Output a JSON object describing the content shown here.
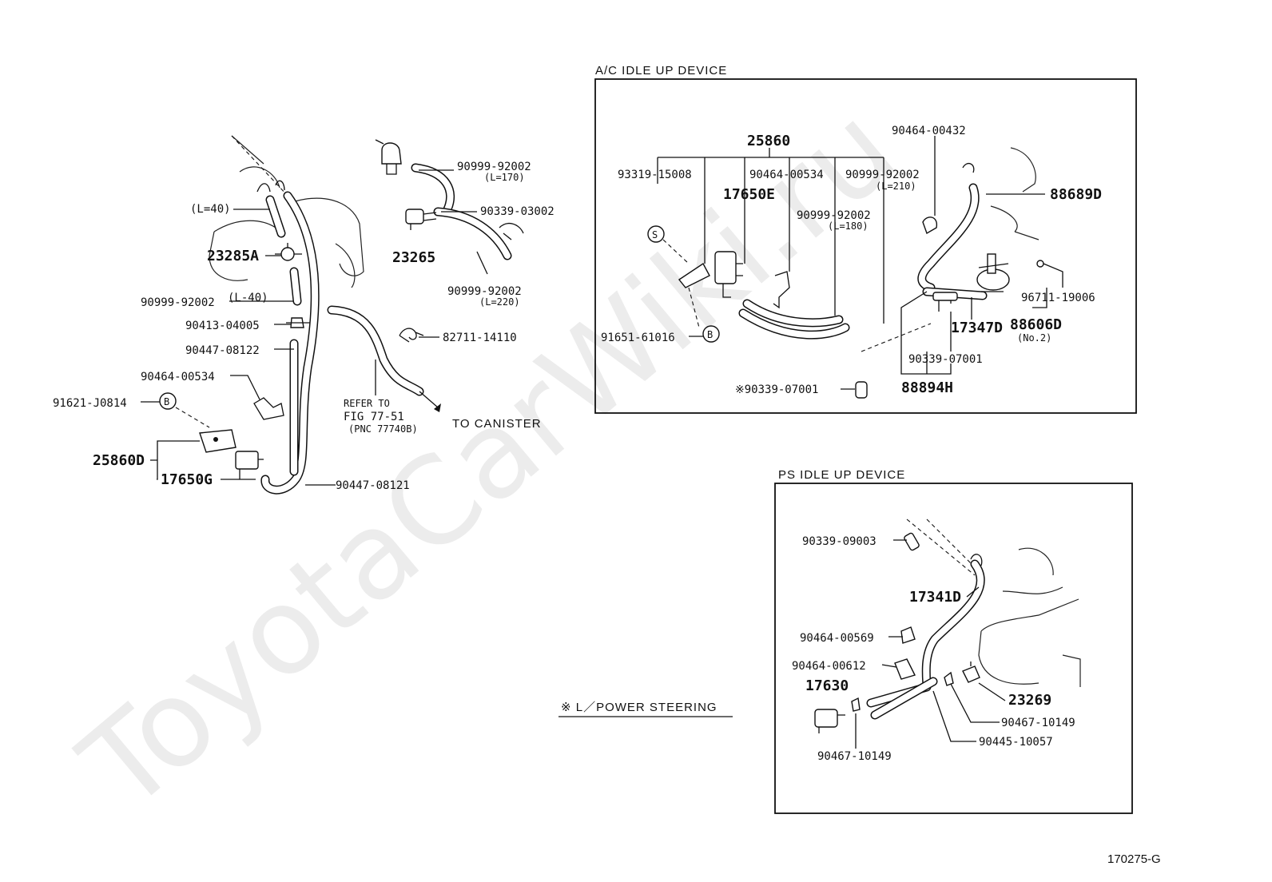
{
  "watermark": "ToyotaCarWiki.ru",
  "figure_id": "170275-G",
  "main": {
    "labels": {
      "l40_top": "(L=40)",
      "p23285A": "23285A",
      "p90999_92002_left": "90999-92002",
      "l40_mid": "(L-40)",
      "p90413_04005": "90413-04005",
      "p90447_08122": "90447-08122",
      "p90464_00534_left": "90464-00534",
      "p91621_J0814": "91621-J0814",
      "p25860D": "25860D",
      "p17650G": "17650G",
      "p90447_08121": "90447-08121",
      "p90999_92002_top": "90999-92002",
      "l170": "(L=170)",
      "p90339_03002": "90339-03002",
      "p23265": "23265",
      "p90999_92002_low": "90999-92002",
      "l220": "(L=220)",
      "p82711_14110": "82711-14110",
      "refer1": "REFER TO",
      "refer2": "FIG 77-51",
      "refer3": "(PNC 77740B)",
      "to_canister": "TO CANISTER",
      "b_mark": "B"
    }
  },
  "ac_box": {
    "title": "A/C IDLE UP DEVICE",
    "labels": {
      "p25860": "25860",
      "p93319_15008": "93319-15008",
      "p90464_00534": "90464-00534",
      "p90999_92002_a": "90999-92002",
      "l210": "(L=210)",
      "p17650E": "17650E",
      "p90999_92002_b": "90999-92002",
      "l180": "(L=180)",
      "p90464_00432": "90464-00432",
      "p88689D": "88689D",
      "p96711_19006": "96711-19006",
      "p88606D": "88606D",
      "no2": "(No.2)",
      "p17347D": "17347D",
      "p91651_61016": "91651-61016",
      "p90339_07001_a": "90339-07001",
      "p90339_07001_b": "※90339-07001",
      "p88894H": "88894H",
      "s_mark": "S",
      "b_mark": "B"
    }
  },
  "ps_box": {
    "title": "PS IDLE UP DEVICE",
    "labels": {
      "p90339_09003": "90339-09003",
      "p17341D": "17341D",
      "p90464_00569": "90464-00569",
      "p90464_00612": "90464-00612",
      "p17630": "17630",
      "p23269": "23269",
      "p90467_10149_a": "90467-10149",
      "p90445_10057": "90445-10057",
      "p90467_10149_b": "90467-10149"
    }
  },
  "footnote": "※ L／POWER STEERING"
}
